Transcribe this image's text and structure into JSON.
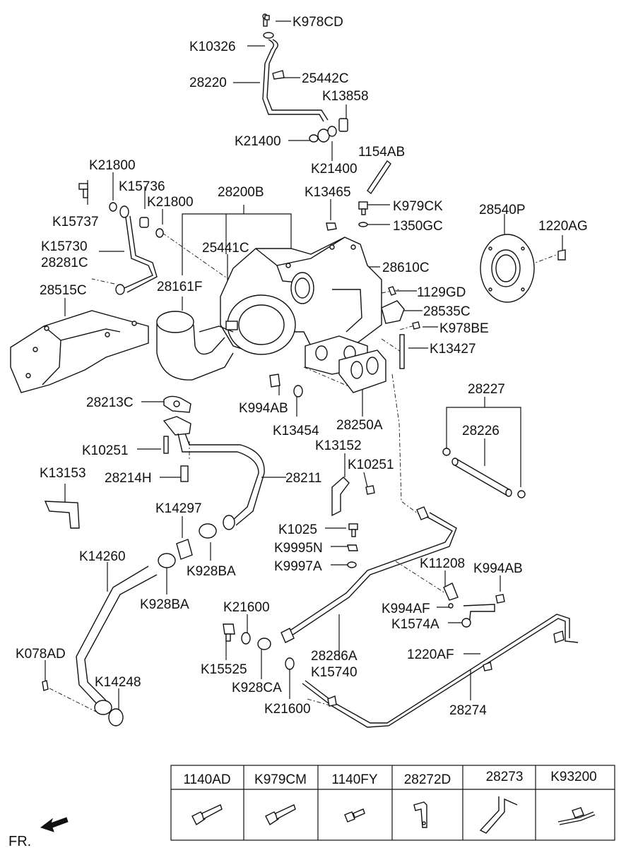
{
  "callouts": {
    "k978cd": "K978CD",
    "k10326": "K10326",
    "p28220": "28220",
    "p25442c": "25442C",
    "k13858": "K13858",
    "k21400a": "K21400",
    "k21400b": "K21400",
    "p1154ab": "1154AB",
    "k13465": "K13465",
    "k979ck": "K979CK",
    "p1350gc": "1350GC",
    "p28540p": "28540P",
    "p1220ag": "1220AG",
    "k21800a": "K21800",
    "k15736": "K15736",
    "k21800b": "K21800",
    "p28200b": "28200B",
    "k15737": "K15737",
    "k15730": "K15730",
    "p28281c": "28281C",
    "p25441c": "25441C",
    "p28610c": "28610C",
    "p28515c": "28515C",
    "p28161f": "28161F",
    "p1129gd": "1129GD",
    "p28535c": "28535C",
    "k978be": "K978BE",
    "k13427": "K13427",
    "p28213c": "28213C",
    "k994ab_a": "K994AB",
    "k13454": "K13454",
    "p28250a": "28250A",
    "p28227": "28227",
    "p28226": "28226",
    "k10251a": "K10251",
    "k13152": "K13152",
    "k10251b": "K10251",
    "k13153": "K13153",
    "p28214h": "28214H",
    "p28211": "28211",
    "k14297": "K14297",
    "k1025": "K1025",
    "k9995n": "K9995N",
    "k9997a": "K9997A",
    "k14260": "K14260",
    "k928ba_a": "K928BA",
    "k928ba_b": "K928BA",
    "k11208": "K11208",
    "k994ab_b": "K994AB",
    "k21600a": "K21600",
    "k994af": "K994AF",
    "k1574a": "K1574A",
    "k078ad": "K078AD",
    "k15525": "K15525",
    "p28286a": "28286A",
    "k15740": "K15740",
    "p1220af": "1220AF",
    "k14248": "K14248",
    "k928ca": "K928CA",
    "k21600b": "K21600",
    "p28274": "28274"
  },
  "fr_label": "FR.",
  "parts_table": {
    "headers": [
      "1140AD",
      "K979CM",
      "1140FY",
      "28272D",
      "28273",
      "K93200"
    ]
  }
}
